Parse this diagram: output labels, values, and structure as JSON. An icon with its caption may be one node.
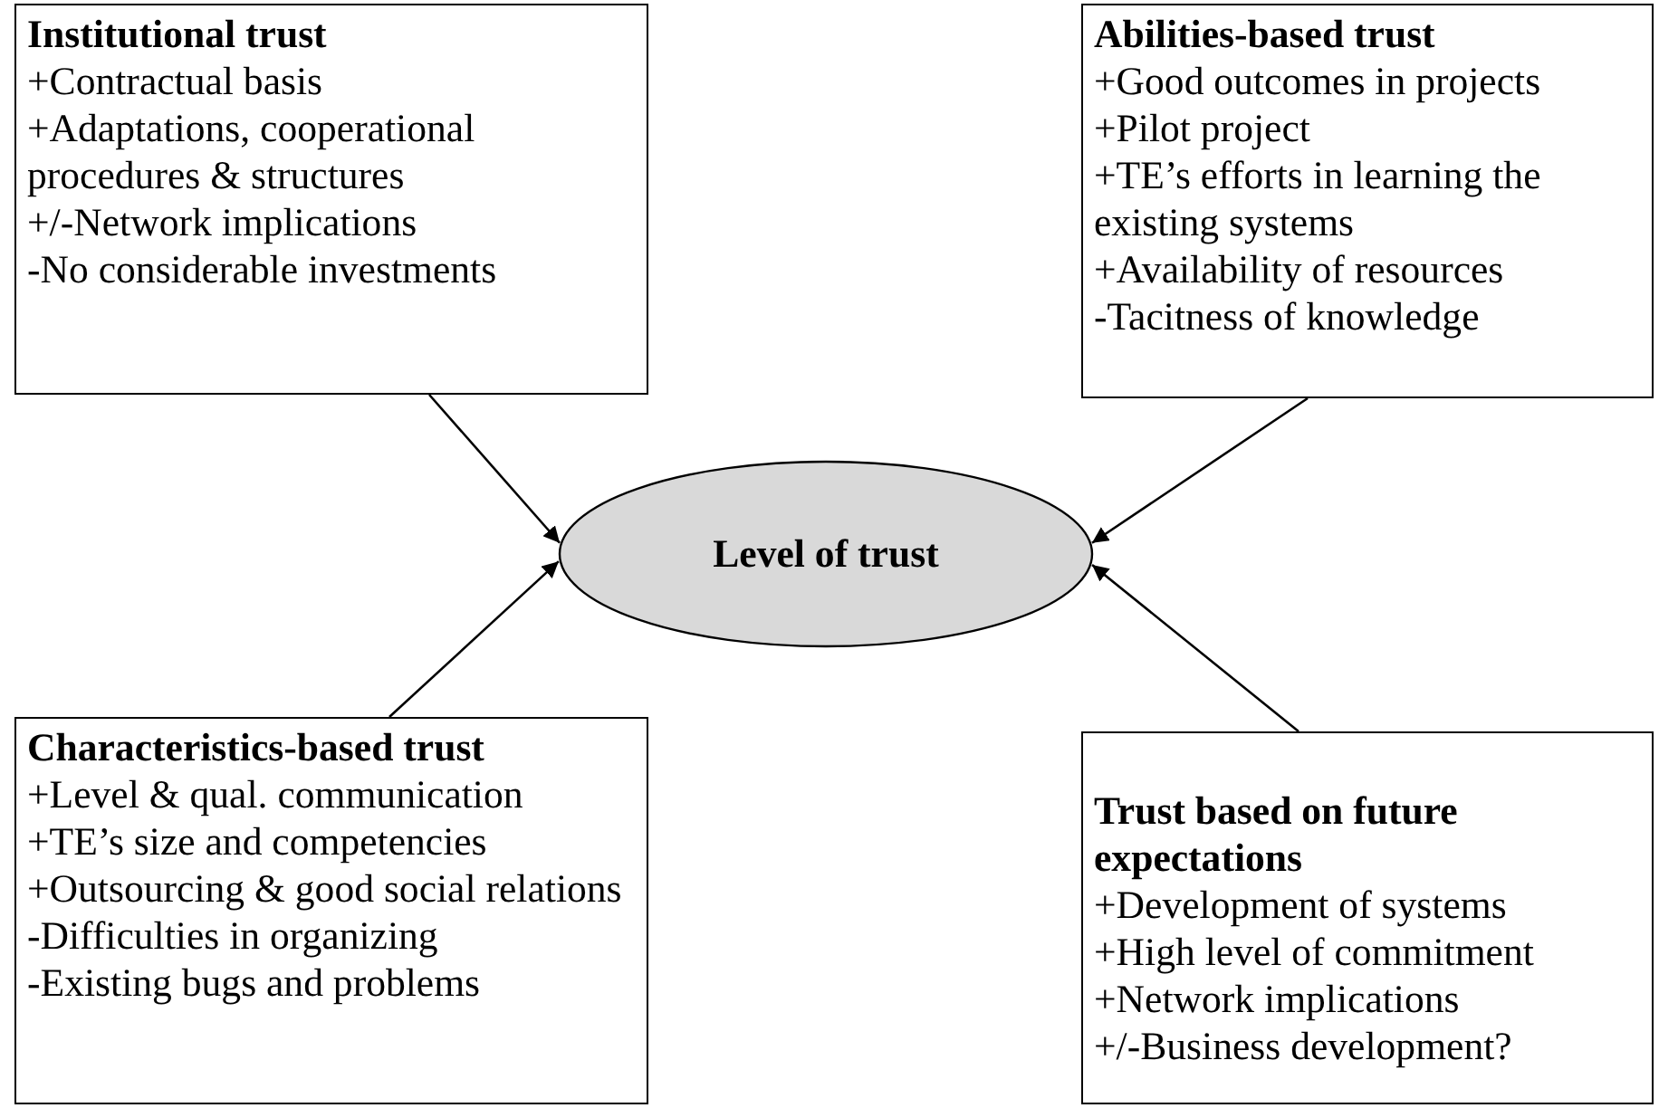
{
  "diagram": {
    "nodes": [
      {
        "text": [
          "Institutional trust",
          "+Contractual basis",
          "+Adaptations, cooperational procedures & structures",
          "+/-Network implications",
          "-No considerable investments"
        ]
      },
      {
        "text": [
          "Abilities-based trust",
          "+Good outcomes in projects",
          "+Pilot project",
          "+TE’s efforts in learning the existing systems",
          "+Availability of resources",
          "-Tacitness of knowledge"
        ]
      },
      {
        "text": [
          "Level of trust"
        ]
      },
      {
        "text": [
          "Characteristics-based trust",
          "+Level & qual. communication",
          "+TE’s size and competencies",
          "+Outsourcing & good social relations",
          "-Difficulties in organizing",
          "-Existing bugs and problems"
        ]
      },
      {
        "text": [
          "Trust based on future expectations",
          "+Development of systems",
          "+High level of commitment",
          "+Network implications",
          "+/-Business development?"
        ]
      }
    ],
    "edges": [
      {
        "from": 0,
        "to": 2,
        "arrow": "to"
      },
      {
        "from": 1,
        "to": 2,
        "arrow": "to"
      },
      {
        "from": 3,
        "to": 2,
        "arrow": "to"
      },
      {
        "from": 4,
        "to": 2,
        "arrow": "to"
      }
    ]
  }
}
